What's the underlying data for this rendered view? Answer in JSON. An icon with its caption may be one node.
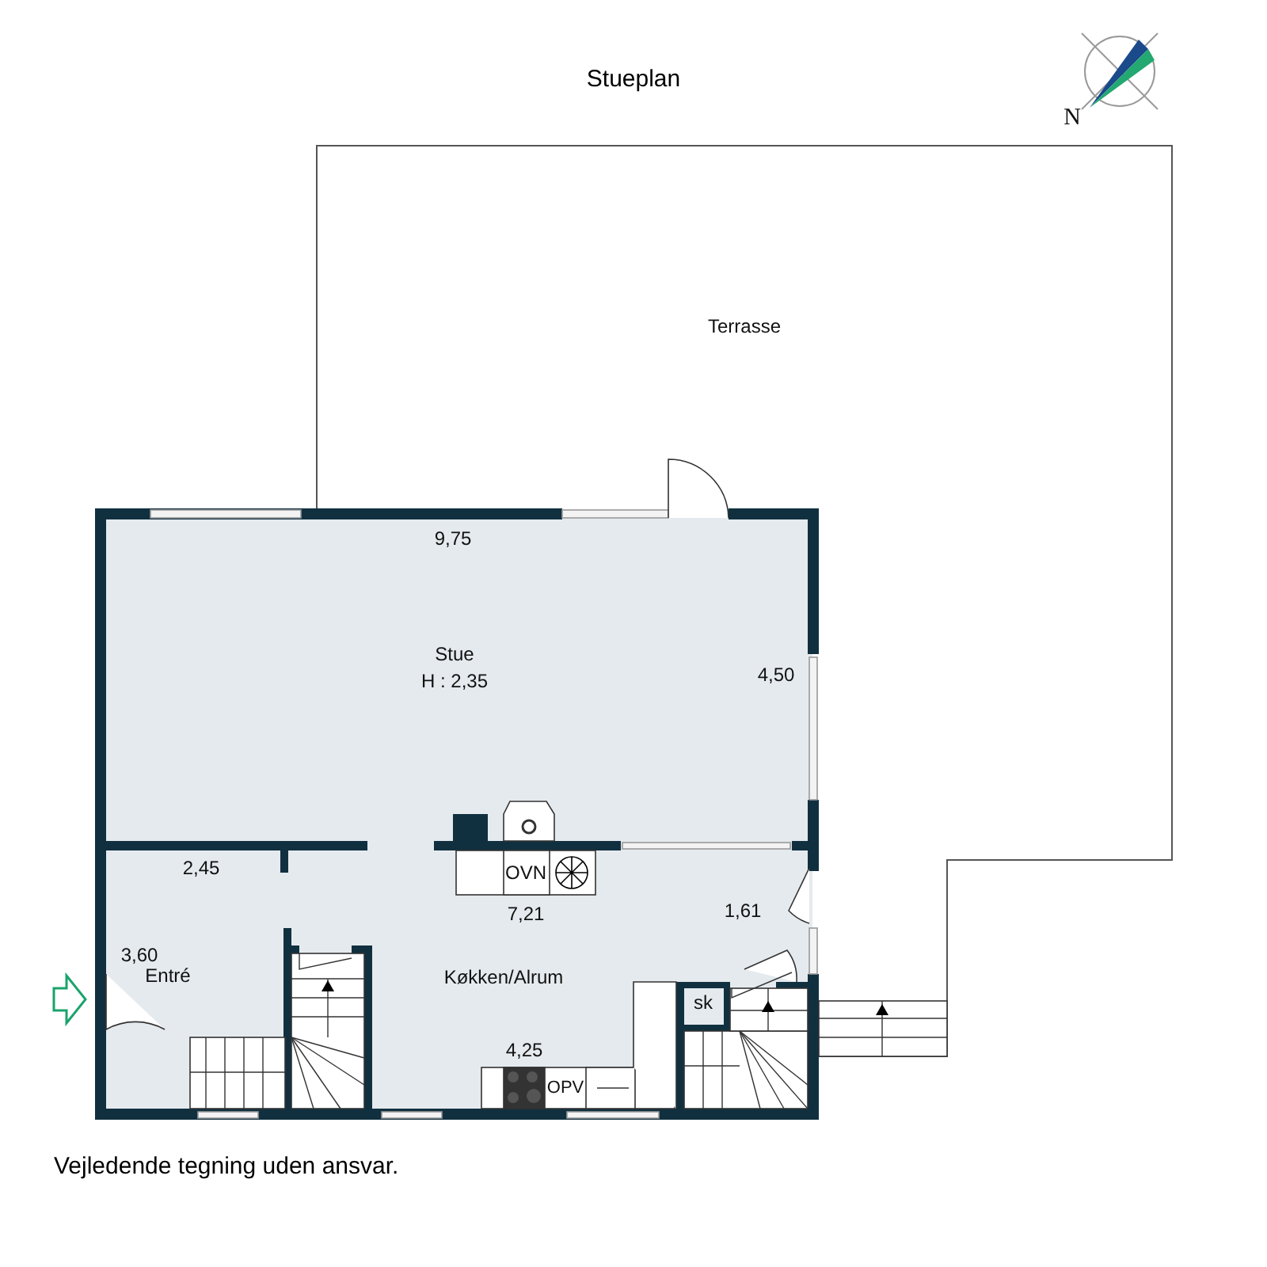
{
  "diagram": {
    "title": "Stueplan",
    "caption": "Vejledende tegning uden ansvar.",
    "labels": [
      "N",
      "Terrasse",
      "9,75",
      "Stue",
      "H : 2,35",
      "4,50",
      "2,45",
      "OVN",
      "7,21",
      "1,61",
      "3,60",
      "Entré",
      "Køkken/Alrum",
      "sk",
      "4,25",
      "OPV"
    ]
  }
}
